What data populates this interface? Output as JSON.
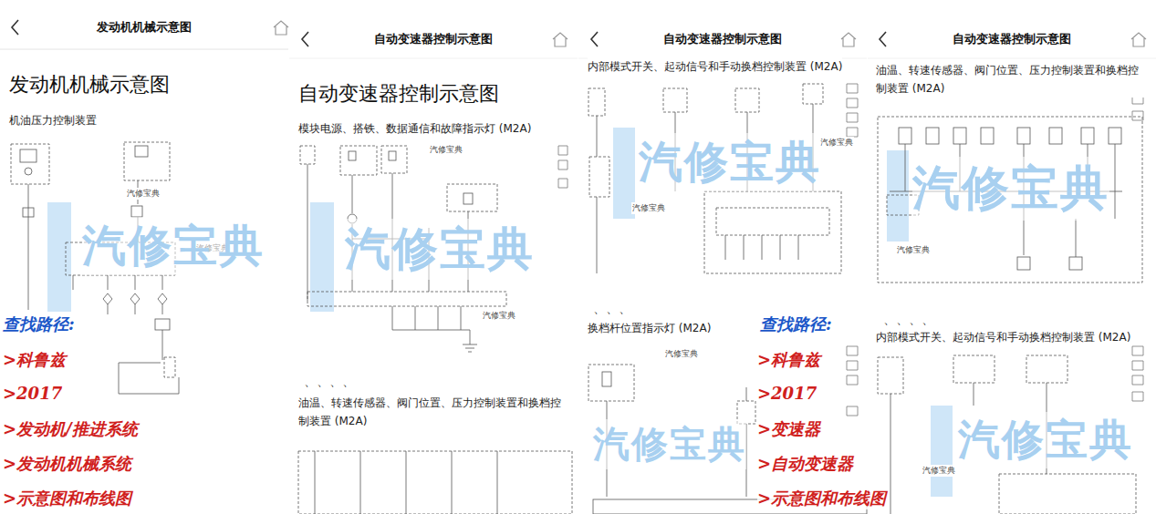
{
  "diagram": {
    "nodes": [
      {
        "text": [
          "发动机机械示意图"
        ]
      },
      {
        "text": [
          "自动变速器控制示意图"
        ]
      },
      {
        "text": [
          "自动变速器控制示意图"
        ]
      },
      {
        "text": [
          "自动变速器控制示意图"
        ]
      }
    ],
    "labels": [
      "发动机机械示意图",
      "机油压力控制装置",
      "汽修宝典",
      "汽修宝典",
      "汽修宝典",
      "查找路径:",
      ">科鲁兹",
      ">2017",
      ">发动机/推进系统",
      ">发动机机械系统",
      ">示意图和布线图",
      "自动变速器控制示意图",
      "模块电源、搭铁、数据通信和故障指示灯 (M2A)",
      "汽修宝典",
      "汽修宝典",
      "汽修宝典",
      "、、、、",
      "油温、转速传感器、阀门位置、压力控制装置和换档控制装置 (M2A)",
      "内部模式开关、起动信号和手动换档控制装置 (M2A)",
      "汽修宝典",
      "汽修宝典",
      "汽修宝典",
      "、、、",
      "换档杆位置指示灯 (M2A)",
      "汽修宝典",
      "汽修宝典",
      "查找路径:",
      ">科鲁兹",
      ">2017",
      ">变速器",
      ">自动变速器",
      ">示意图和布线图",
      "油温、转速传感器、阀门位置、压力控制装置和换档控制装置 (M2A)",
      "汽修宝典",
      "汽修宝典",
      "、、、、",
      "内部模式开关、起动信号和手动换档控制装置 (M2A)",
      "汽修宝典",
      "汽修宝典"
    ]
  }
}
